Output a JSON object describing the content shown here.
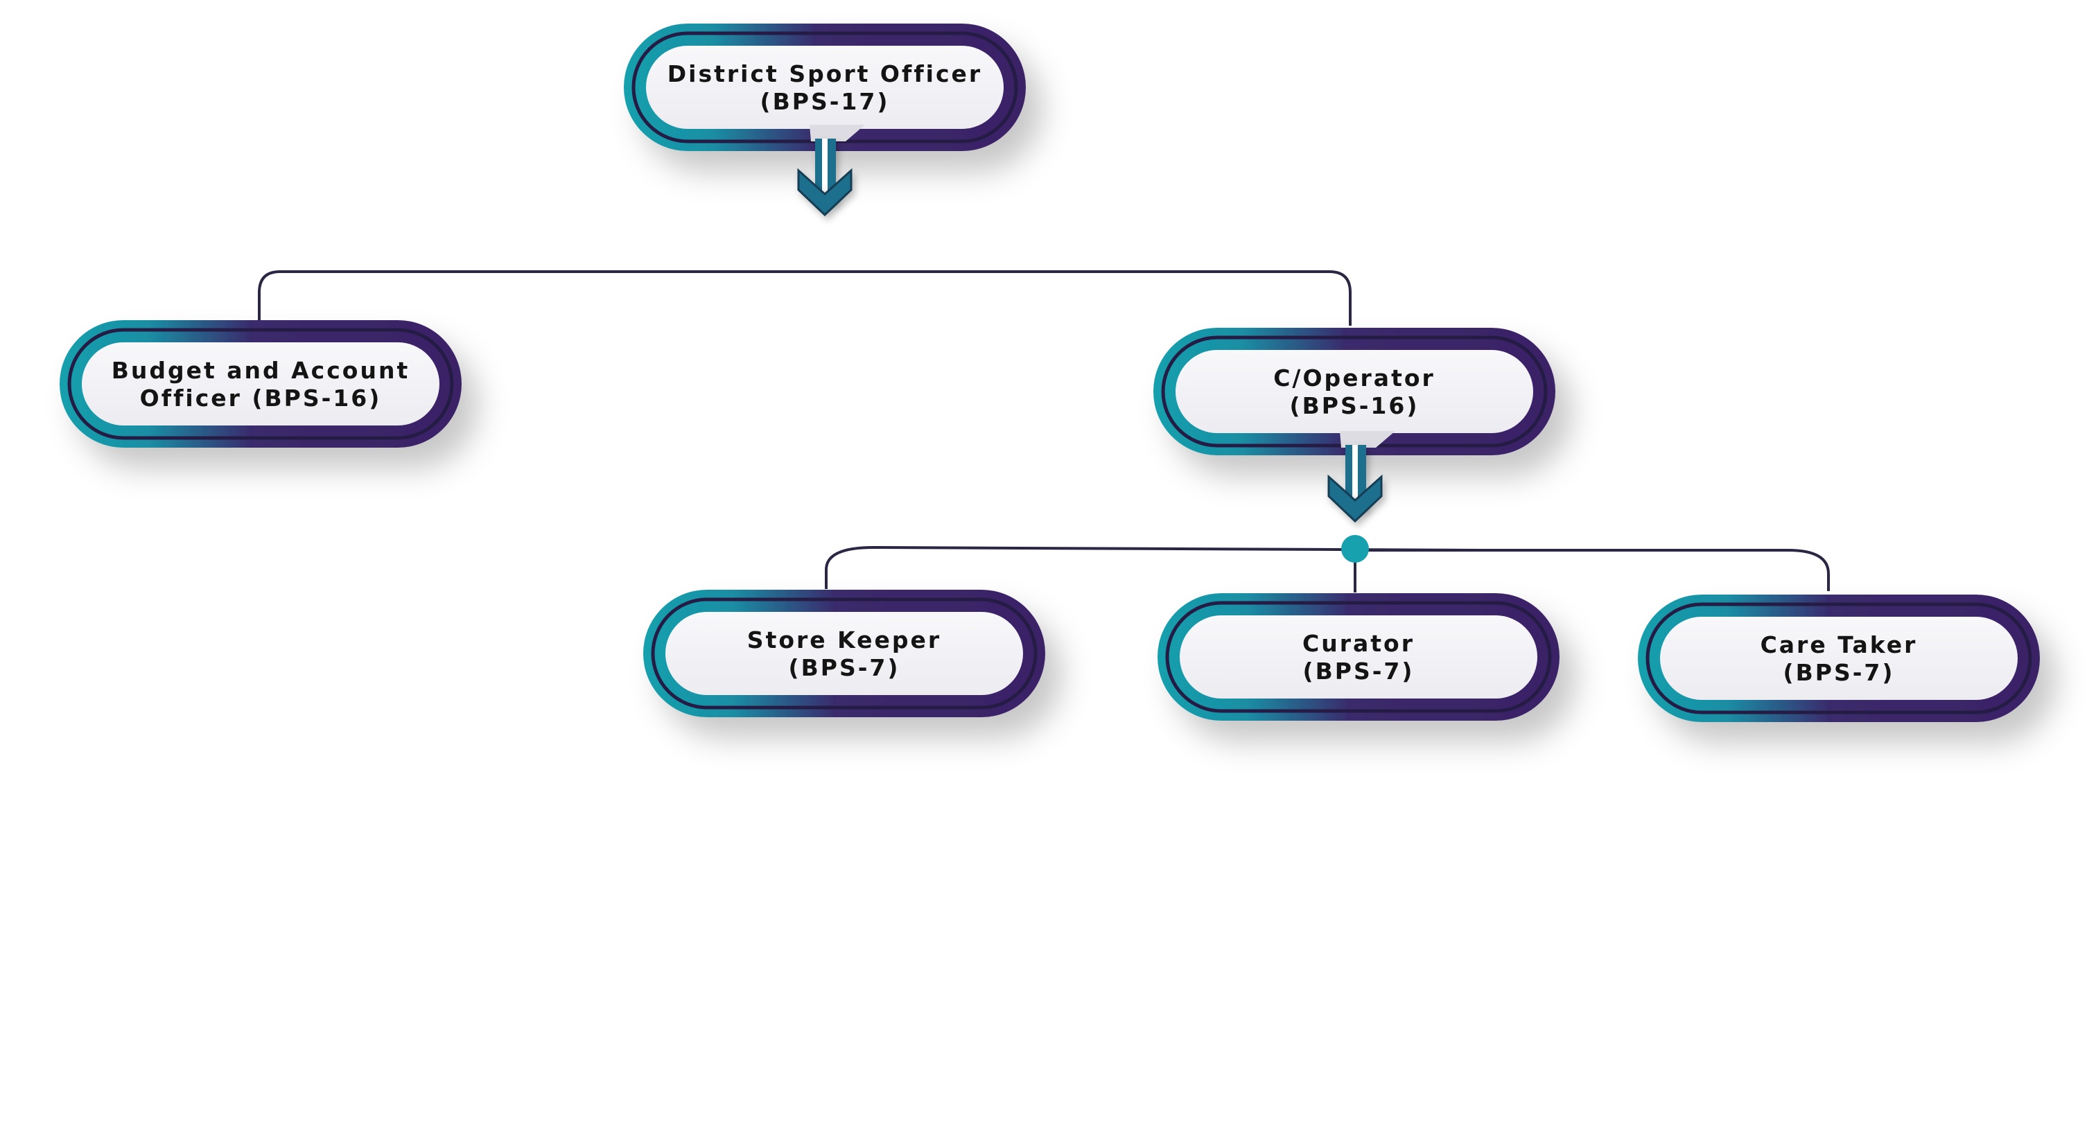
{
  "colors": {
    "teal": "#1798a8",
    "purple": "#3d2466",
    "navy": "#241c44",
    "connector": "#2a2744",
    "arrow": "#1f6f8e",
    "node_fill": "#f4f4f7",
    "text": "#141414"
  },
  "nodes": {
    "district_sport_officer": {
      "line1": "District Sport Officer",
      "line2": "(BPS-17)"
    },
    "budget_account_officer": {
      "line1": "Budget and Account",
      "line2": "Officer (BPS-16)"
    },
    "c_operator": {
      "line1": "C/Operator",
      "line2": "(BPS-16)"
    },
    "store_keeper": {
      "line1": "Store Keeper",
      "line2": "(BPS-7)"
    },
    "curator": {
      "line1": "Curator",
      "line2": "(BPS-7)"
    },
    "care_taker": {
      "line1": "Care Taker",
      "line2": "(BPS-7)"
    }
  },
  "hierarchy": [
    {
      "parent": "district_sport_officer",
      "children": [
        "budget_account_officer",
        "c_operator"
      ]
    },
    {
      "parent": "c_operator",
      "children": [
        "store_keeper",
        "curator",
        "care_taker"
      ]
    }
  ]
}
